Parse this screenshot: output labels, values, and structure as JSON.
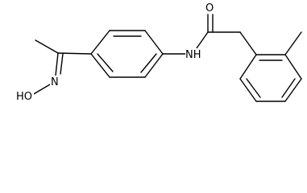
{
  "colors": {
    "bond": "#000000",
    "background": "#ffffff"
  },
  "atom_labels": {
    "carbonyl_oxygen": "O",
    "amide_nitrogen": "NH",
    "oxime_nitrogen": "N",
    "hydroxyl": "HO"
  }
}
